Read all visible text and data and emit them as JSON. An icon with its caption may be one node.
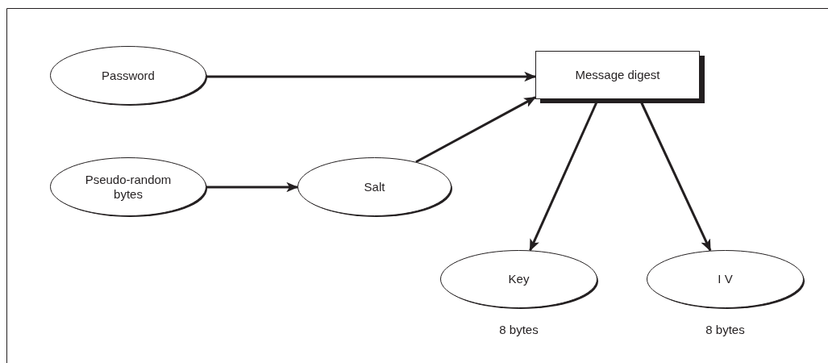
{
  "diagram": {
    "nodes": [
      {
        "text": [
          "Password"
        ]
      },
      {
        "text": [
          "Pseudo-random bytes"
        ]
      },
      {
        "text": [
          "Salt"
        ]
      },
      {
        "text": [
          "Message digest"
        ]
      },
      {
        "text": [
          "Key"
        ],
        "beside": [
          "8 bytes"
        ]
      },
      {
        "text": [
          "I V"
        ],
        "beside": [
          "8 bytes"
        ]
      }
    ],
    "edges": [
      {
        "from": 0,
        "to": 3,
        "arrow": "to"
      },
      {
        "from": 1,
        "to": 2,
        "arrow": "to"
      },
      {
        "from": 2,
        "to": 3,
        "arrow": "to"
      },
      {
        "from": 3,
        "to": 4,
        "arrow": "to"
      },
      {
        "from": 3,
        "to": 5,
        "arrow": "to"
      }
    ]
  }
}
